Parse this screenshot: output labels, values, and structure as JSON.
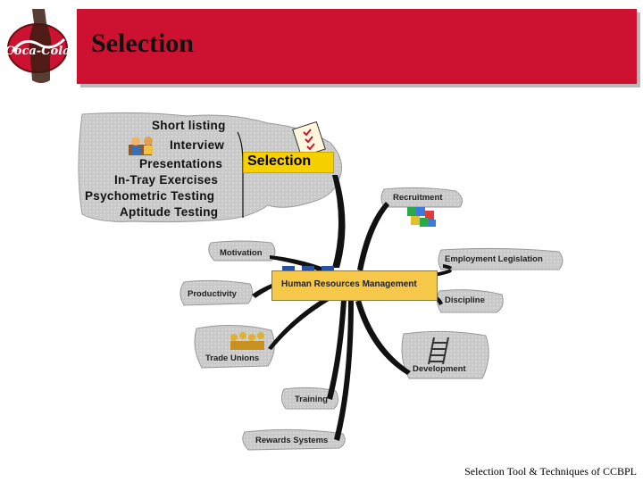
{
  "slide": {
    "title": "Selection",
    "footer": "Selection Tool & Techniques of CCBPL"
  },
  "mindmap": {
    "center": "Human Resources Management",
    "selection_heading": "Selection",
    "selection_items": [
      "Short listing",
      "Interview",
      "Presentations",
      "In-Tray Exercises",
      "Psychometric Testing",
      "Aptitude Testing"
    ],
    "branches": {
      "recruitment": "Recruitment",
      "employment_legislation": "Employment Legislation",
      "discipline": "Discipline",
      "development": "Development",
      "motivation": "Motivation",
      "productivity": "Productivity",
      "trade_unions": "Trade Unions",
      "training": "Training",
      "rewards_systems": "Rewards Systems"
    }
  },
  "logo": {
    "brand": "Coca-Cola",
    "colors": {
      "brand_red": "#cc1230",
      "bottle_dark": "#3a1c12"
    }
  },
  "icons": [
    "coca-cola-bottle-logo",
    "clipboard-checklist-icon",
    "interview-people-icon",
    "puzzle-icon",
    "ladder-icon",
    "crowd-icon"
  ]
}
